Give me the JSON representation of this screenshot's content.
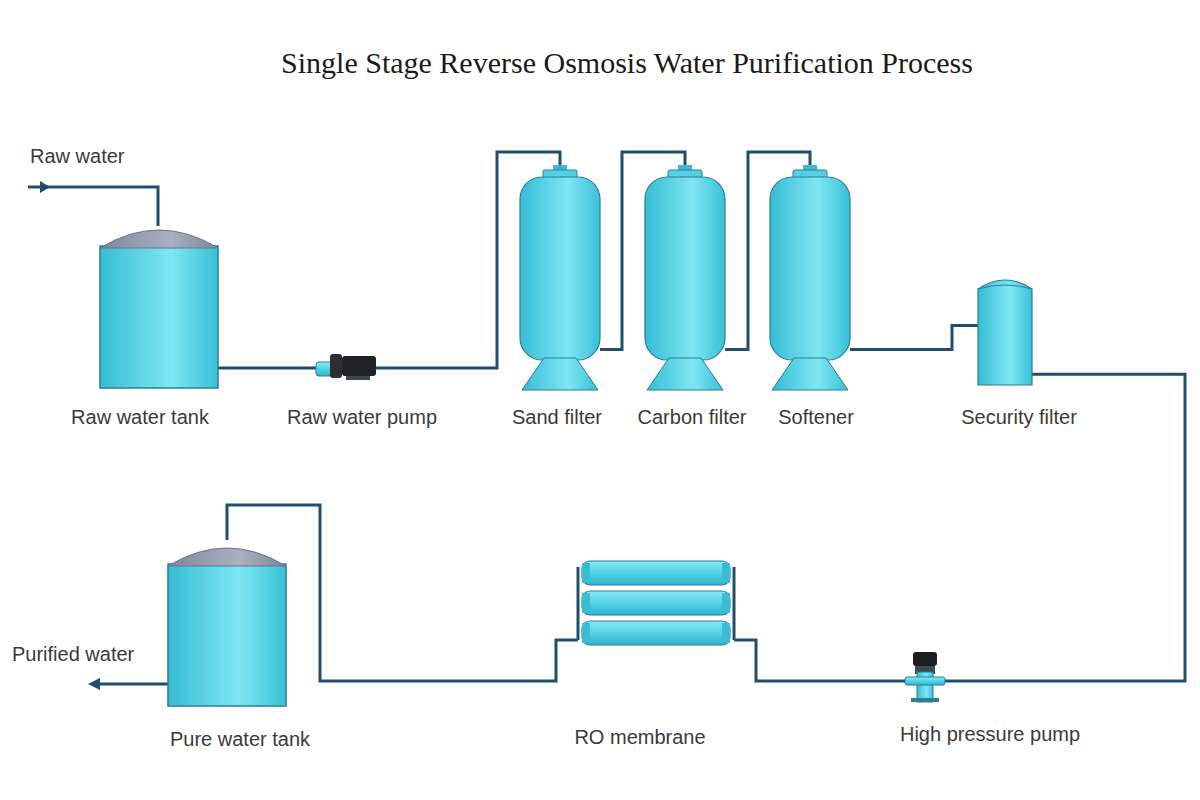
{
  "diagram": {
    "title": "Single Stage Reverse Osmosis Water Purification Process",
    "nodes": [
      {
        "text": [
          "Raw water tank"
        ]
      },
      {
        "text": [
          "Raw water pump"
        ]
      },
      {
        "text": [
          "Sand filter"
        ]
      },
      {
        "text": [
          "Carbon filter"
        ]
      },
      {
        "text": [
          "Softener"
        ]
      },
      {
        "text": [
          "Security filter"
        ]
      },
      {
        "text": [
          "High pressure pump"
        ]
      },
      {
        "text": [
          "RO membrane"
        ]
      },
      {
        "text": [
          "Pure water tank"
        ]
      }
    ],
    "edges": [
      {
        "from": 0,
        "to": 1,
        "arrow": "none"
      },
      {
        "from": 1,
        "to": 2,
        "arrow": "none"
      },
      {
        "from": 2,
        "to": 3,
        "arrow": "none"
      },
      {
        "from": 3,
        "to": 4,
        "arrow": "none"
      },
      {
        "from": 4,
        "to": 5,
        "arrow": "none"
      },
      {
        "from": 5,
        "to": 6,
        "arrow": "none"
      },
      {
        "from": 6,
        "to": 7,
        "arrow": "none"
      },
      {
        "from": 7,
        "to": 8,
        "arrow": "none"
      }
    ],
    "labels": [
      "Raw water",
      "Purified water"
    ]
  }
}
